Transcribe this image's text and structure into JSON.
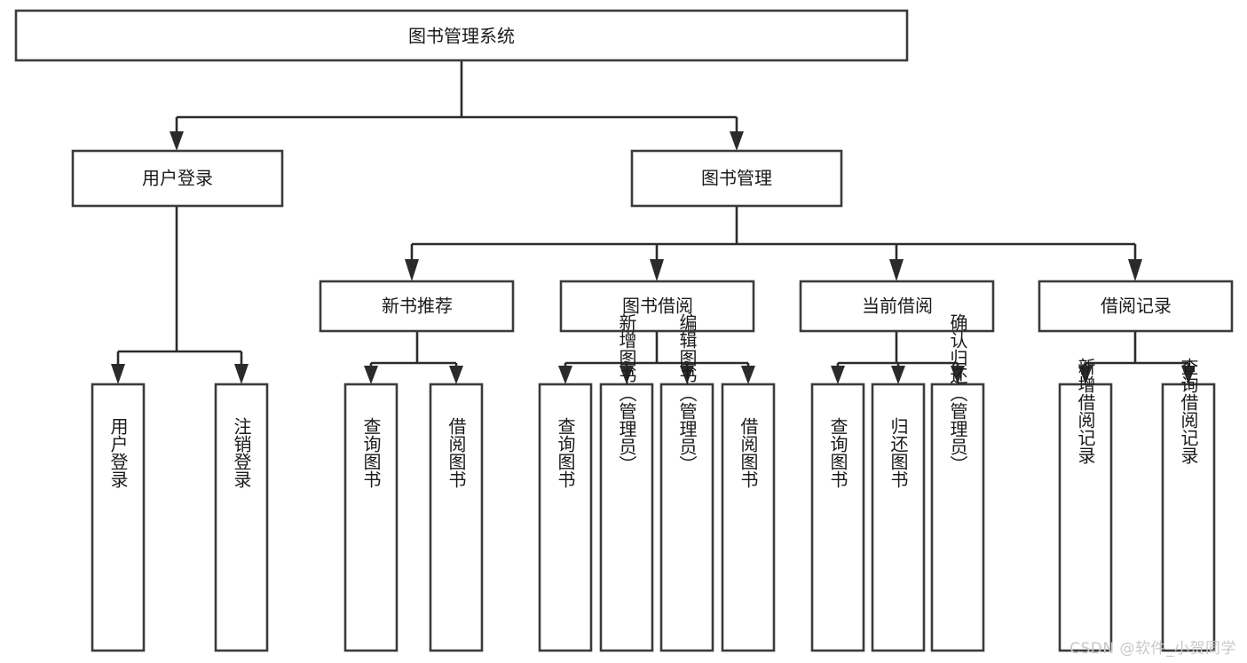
{
  "diagram": {
    "type": "tree-hierarchy",
    "title": "图书管理系统",
    "watermark": "CSDN @软件_小贺同学",
    "colors": {
      "background": "#ffffff",
      "box_stroke": "#3b3b3b",
      "box_fill": "#ffffff",
      "connector": "#2b2b2b",
      "text": "#1a1a1a",
      "watermark": "#c9c9c9"
    },
    "root": {
      "id": "root",
      "label": "图书管理系统",
      "orientation": "horizontal"
    },
    "level2": [
      {
        "id": "user-login",
        "label": "用户登录",
        "orientation": "horizontal"
      },
      {
        "id": "book-management",
        "label": "图书管理",
        "orientation": "horizontal"
      }
    ],
    "level3": [
      {
        "id": "new-book-recommend",
        "label": "新书推荐",
        "orientation": "horizontal",
        "parent": "book-management"
      },
      {
        "id": "book-borrow",
        "label": "图书借阅",
        "orientation": "horizontal",
        "parent": "book-management"
      },
      {
        "id": "current-borrow",
        "label": "当前借阅",
        "orientation": "horizontal",
        "parent": "book-management"
      },
      {
        "id": "borrow-record",
        "label": "借阅记录",
        "orientation": "horizontal",
        "parent": "book-management"
      }
    ],
    "leaves": {
      "user-login": [
        {
          "id": "leaf-user-login",
          "label": "用户登录",
          "orientation": "vertical"
        },
        {
          "id": "leaf-user-logout",
          "label": "注销登录",
          "orientation": "vertical"
        }
      ],
      "new-book-recommend": [
        {
          "id": "leaf-query-book-1",
          "label": "查询图书",
          "orientation": "vertical"
        },
        {
          "id": "leaf-borrow-book-1",
          "label": "借阅图书",
          "orientation": "vertical"
        }
      ],
      "book-borrow": [
        {
          "id": "leaf-query-book-2",
          "label": "查询图书",
          "orientation": "vertical"
        },
        {
          "id": "leaf-add-book",
          "label": "新增图书（管理员）",
          "orientation": "vertical"
        },
        {
          "id": "leaf-edit-book",
          "label": "编辑图书（管理员）",
          "orientation": "vertical"
        },
        {
          "id": "leaf-borrow-book-2",
          "label": "借阅图书",
          "orientation": "vertical"
        }
      ],
      "current-borrow": [
        {
          "id": "leaf-query-book-3",
          "label": "查询图书",
          "orientation": "vertical"
        },
        {
          "id": "leaf-return-book",
          "label": "归还图书",
          "orientation": "vertical"
        },
        {
          "id": "leaf-confirm-return",
          "label": "确认归还（管理员）",
          "orientation": "vertical"
        }
      ],
      "borrow-record": [
        {
          "id": "leaf-add-record",
          "label": "新增借阅记录",
          "orientation": "vertical"
        },
        {
          "id": "leaf-query-record",
          "label": "查询借阅记录",
          "orientation": "vertical"
        }
      ]
    }
  }
}
